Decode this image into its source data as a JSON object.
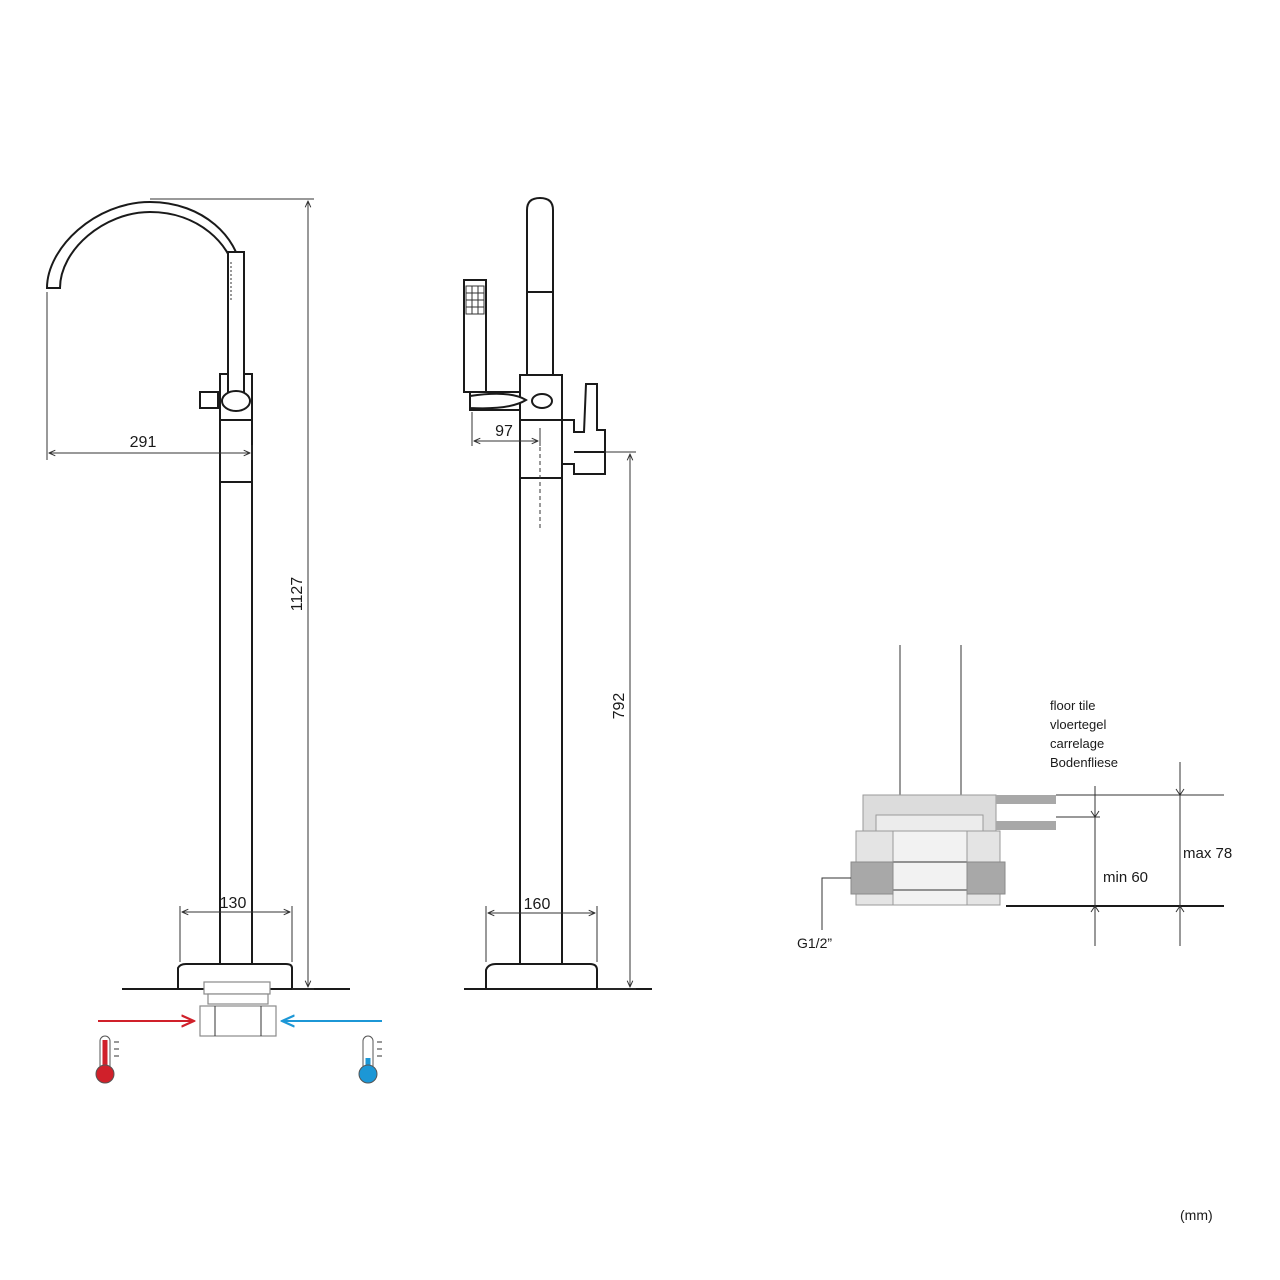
{
  "dimensions": {
    "reach": "291",
    "total_height": "1127",
    "base_width_front": "130",
    "handshower_offset": "97",
    "spout_height": "792",
    "base_width_side": "160",
    "min_depth": "min 60",
    "max_depth": "max 78",
    "thread": "G1/2”"
  },
  "floor_tile_labels": [
    "floor tile",
    "vloertegel",
    "carrelage",
    "Bodenfliese"
  ],
  "units": "(mm)",
  "colors": {
    "hot": "#d0202a",
    "cold": "#1c97d6",
    "line": "#1a1a1a",
    "mount_fill": "#dcdcdc",
    "mount_dark": "#a8a8a8"
  },
  "icons": {
    "hot_water": "thermometer-hot-icon",
    "cold_water": "thermometer-cold-icon"
  }
}
